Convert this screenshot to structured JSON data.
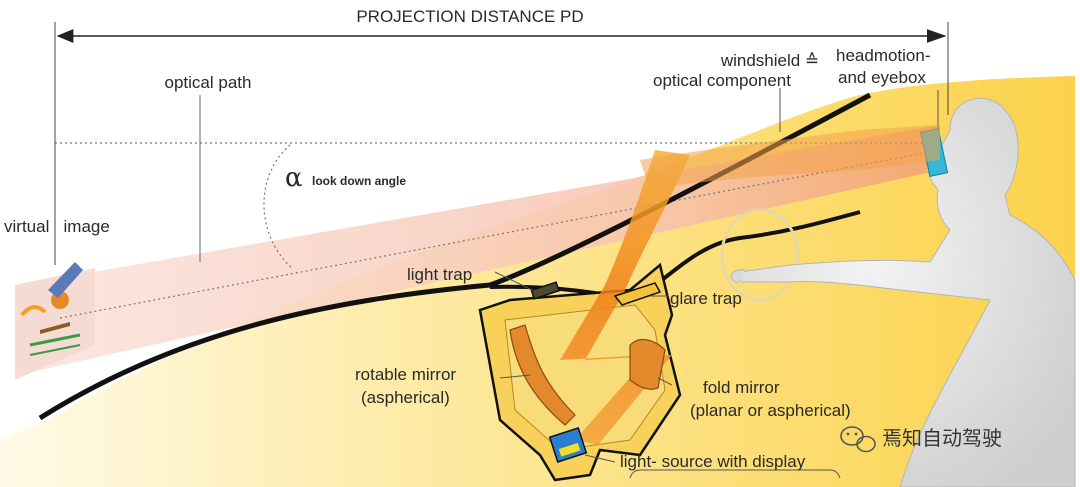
{
  "labels": {
    "projection_distance": "PROJECTION DISTANCE   PD",
    "optical_path": "optical path",
    "virtual_image": "virtual   image",
    "alpha": "α",
    "look_down_angle": "look down angle",
    "windshield_line1": "windshield  ≙",
    "windshield_line2": "optical component",
    "headmotion_line1": "headmotion-",
    "headmotion_line2": "and eyebox",
    "light_trap": "light trap",
    "glare_trap": "glare trap",
    "rotable_mirror_line1": "rotable mirror",
    "rotable_mirror_line2": "(aspherical)",
    "fold_mirror_line1": "fold mirror",
    "fold_mirror_line2": "(planar or aspherical)",
    "light_source": "light- source with display"
  },
  "watermark": {
    "text": "焉知自动驾驶",
    "icon": "wechat-icon"
  },
  "colors": {
    "dashboard_yellow": "#fbd95a",
    "beam_pink": "#f6c9c0",
    "light_ray_orange": "#f08a1c",
    "housing": "#f7c94a",
    "mirror_orange": "#e3882b",
    "outline": "#111111"
  }
}
